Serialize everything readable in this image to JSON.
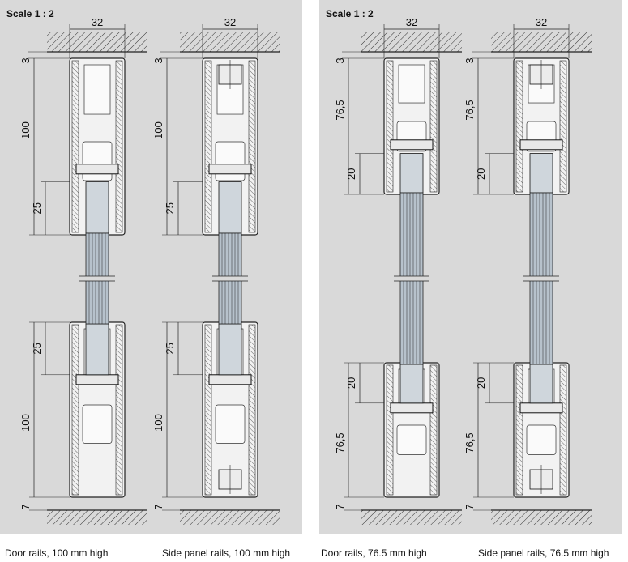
{
  "panels": [
    {
      "scale": "Scale 1 : 2",
      "width_label": "32",
      "drawings": [
        {
          "caption": "Door rails, 100 mm high",
          "top_dims": {
            "gap": "3",
            "rail": "100",
            "insert": "25"
          },
          "bottom_dims": {
            "insert": "25",
            "rail": "100",
            "gap": "7"
          }
        },
        {
          "caption": "Side panel rails, 100 mm high",
          "top_dims": {
            "gap": "3",
            "rail": "100",
            "insert": "25"
          },
          "bottom_dims": {
            "insert": "25",
            "rail": "100",
            "gap": "7"
          }
        }
      ]
    },
    {
      "scale": "Scale 1 : 2",
      "width_label": "32",
      "drawings": [
        {
          "caption": "Door rails, 76.5 mm high",
          "top_dims": {
            "gap": "3",
            "rail": "76,5",
            "insert": "20"
          },
          "bottom_dims": {
            "insert": "20",
            "rail": "76,5",
            "gap": "7"
          }
        },
        {
          "caption": "Side panel rails, 76.5 mm high",
          "top_dims": {
            "gap": "3",
            "rail": "76,5",
            "insert": "20"
          },
          "bottom_dims": {
            "insert": "20",
            "rail": "76,5",
            "gap": "7"
          }
        }
      ]
    }
  ]
}
